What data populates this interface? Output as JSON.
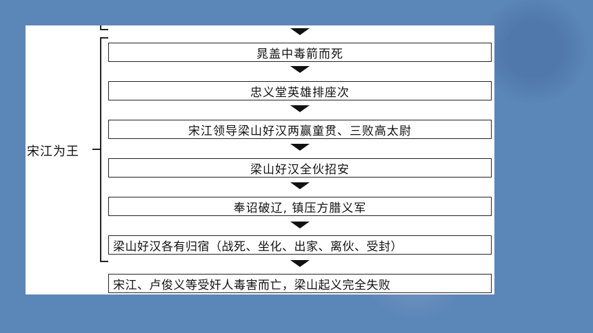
{
  "group_label": "宋江为王",
  "steps": [
    "晁盖中毒箭而死",
    "忠义堂英雄排座次",
    "宋江领导梁山好汉两赢童贯、三败高太尉",
    "梁山好汉全伙招安",
    "奉诏破辽, 镇压方腊义军",
    "梁山好汉各有归宿（战死、坐化、出家、离伙、受封）"
  ],
  "final_step": "宋江、卢俊义等受奸人毒害而亡，梁山起义完全失败",
  "colors": {
    "background": "#5b86b8",
    "panel": "#ffffff",
    "ink": "#111111"
  }
}
